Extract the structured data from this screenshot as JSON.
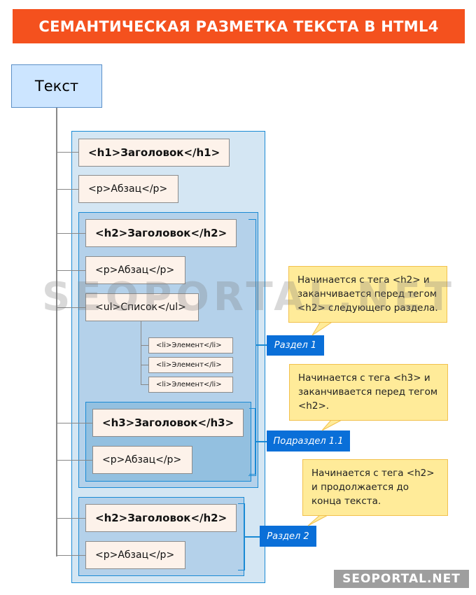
{
  "title": "СЕМАНТИЧЕСКАЯ РАЗМЕТКА ТЕКСТА В HTML4",
  "root": "Текст",
  "h1": "<h1>Заголовок</h1>",
  "p": "<p>Абзац</p>",
  "h2": "<h2>Заголовок</h2>",
  "h3": "<h3>Заголовок</h3>",
  "ul": "<ul>Список</ul>",
  "li": "<li>Элемент</li>",
  "labels": {
    "section1": "Раздел 1",
    "subsection": "Подраздел 1.1",
    "section2": "Раздел 2"
  },
  "callouts": {
    "section1": "Начинается с тега <h2> и заканчивается перед тегом <h2> следующего раздела.",
    "subsection": "Начинается с тега <h3> и заканчивается перед тегом <h2>.",
    "section2": "Начинается с тега <h2> и продолжается до конца текста."
  },
  "watermark": "SEOPORTAL.NET",
  "colors": {
    "title": "#f4511e",
    "label": "#0a6fd8",
    "callout": "#ffeb99"
  }
}
